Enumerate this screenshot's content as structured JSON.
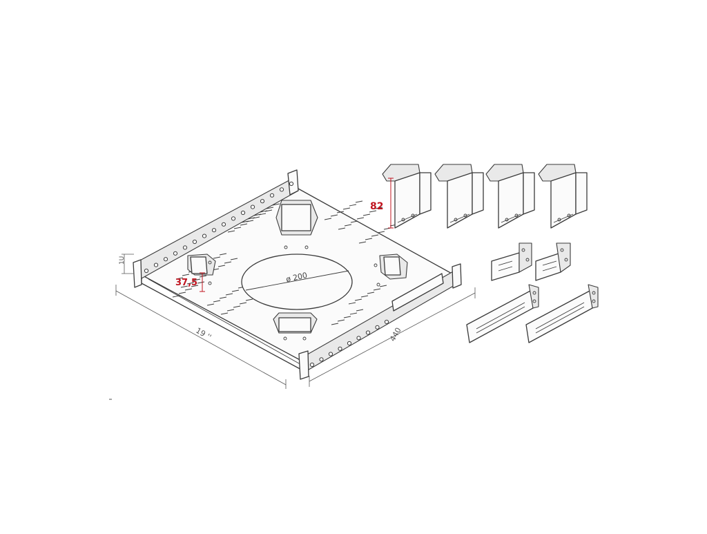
{
  "dimensions": {
    "height_1u": "1U",
    "cutout_height": "37,5",
    "hole_diameter": "ø 200",
    "width": "19 ''",
    "depth": "440",
    "bracket_height": "82"
  },
  "colors": {
    "line": "#3a3a3a",
    "highlight_dimension": "#c0141f",
    "background": "#ffffff"
  }
}
